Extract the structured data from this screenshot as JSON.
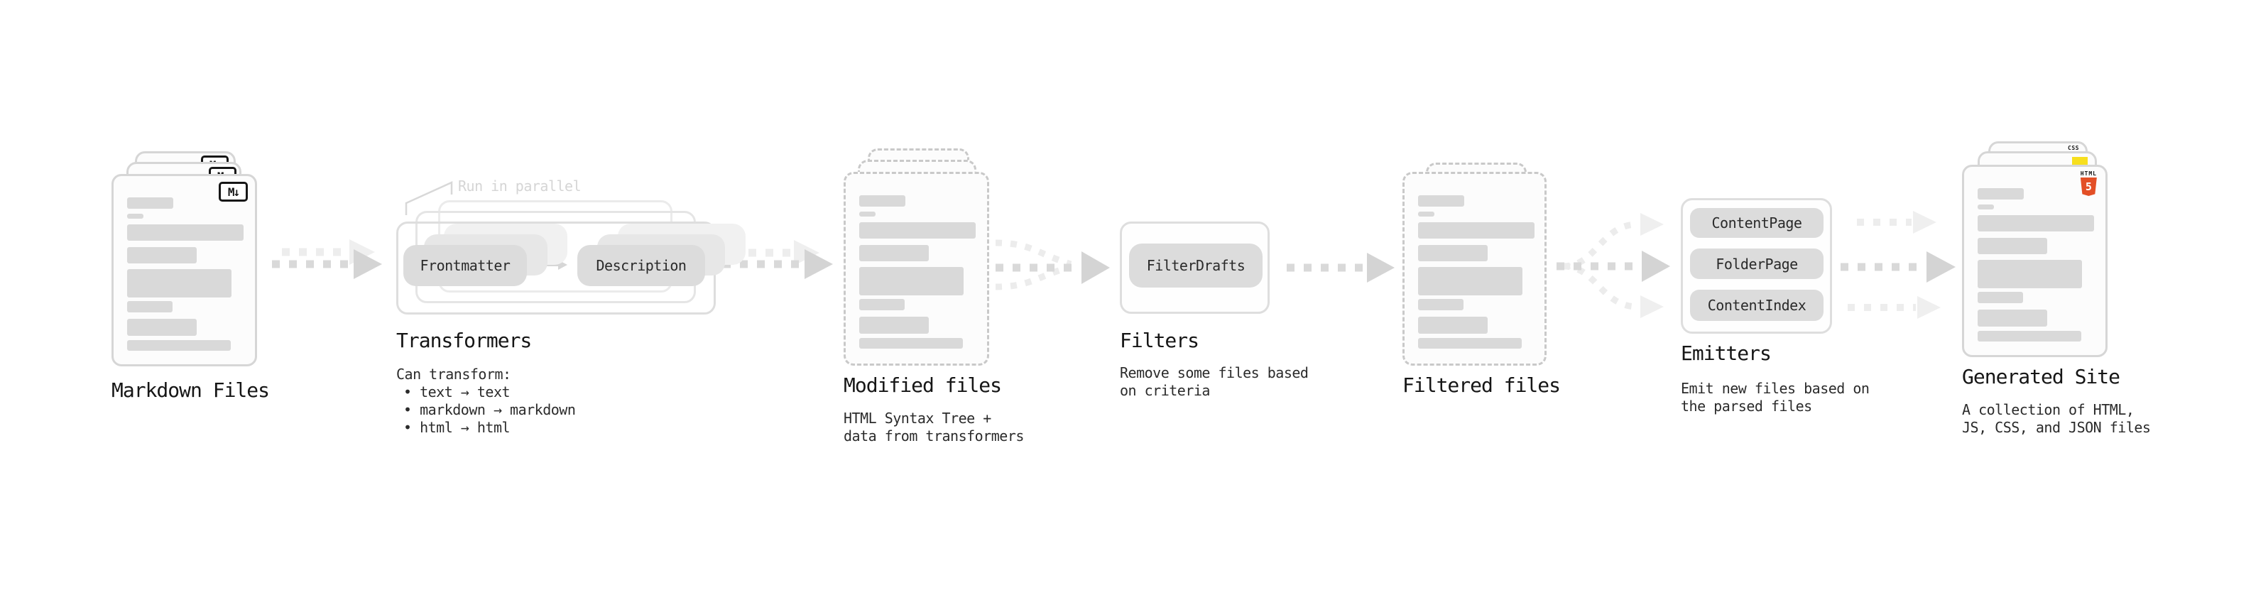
{
  "sections": {
    "markdown_files": {
      "label": "Markdown Files",
      "file_icon_text": "M↓"
    },
    "transformers": {
      "heading": "Transformers",
      "callout": "Run in parallel",
      "pill_left": "Frontmatter",
      "pill_right": "Description",
      "desc_title": "Can transform:",
      "bullets": [
        "• text → text",
        "• markdown → markdown",
        "• html → html"
      ]
    },
    "modified_files": {
      "heading": "Modified files",
      "desc_lines": [
        "HTML Syntax Tree +",
        "data from transformers"
      ]
    },
    "filters": {
      "heading": "Filters",
      "pill": "FilterDrafts",
      "desc_lines": [
        "Remove some files based",
        "on criteria"
      ]
    },
    "filtered_files": {
      "heading": "Filtered files"
    },
    "emitters": {
      "heading": "Emitters",
      "pills": [
        "ContentPage",
        "FolderPage",
        "ContentIndex"
      ],
      "desc_lines": [
        "Emit new files based on",
        "the parsed files"
      ]
    },
    "generated_site": {
      "heading": "Generated Site",
      "desc_lines": [
        "A collection of HTML,",
        "JS, CSS, and JSON files"
      ],
      "badge_html_label": "HTML",
      "badge_html_number": "5",
      "badge_css_label": "CSS"
    }
  },
  "colors": {
    "html5_orange": "#e34f26",
    "js_yellow": "#f7df1e",
    "css_blue": "#2965f1",
    "arrow_dark": "#d9d9d9",
    "arrow_light": "#ededed",
    "pill_gray": "#dcdcdc",
    "skeleton_gray": "#d9d9d9"
  }
}
